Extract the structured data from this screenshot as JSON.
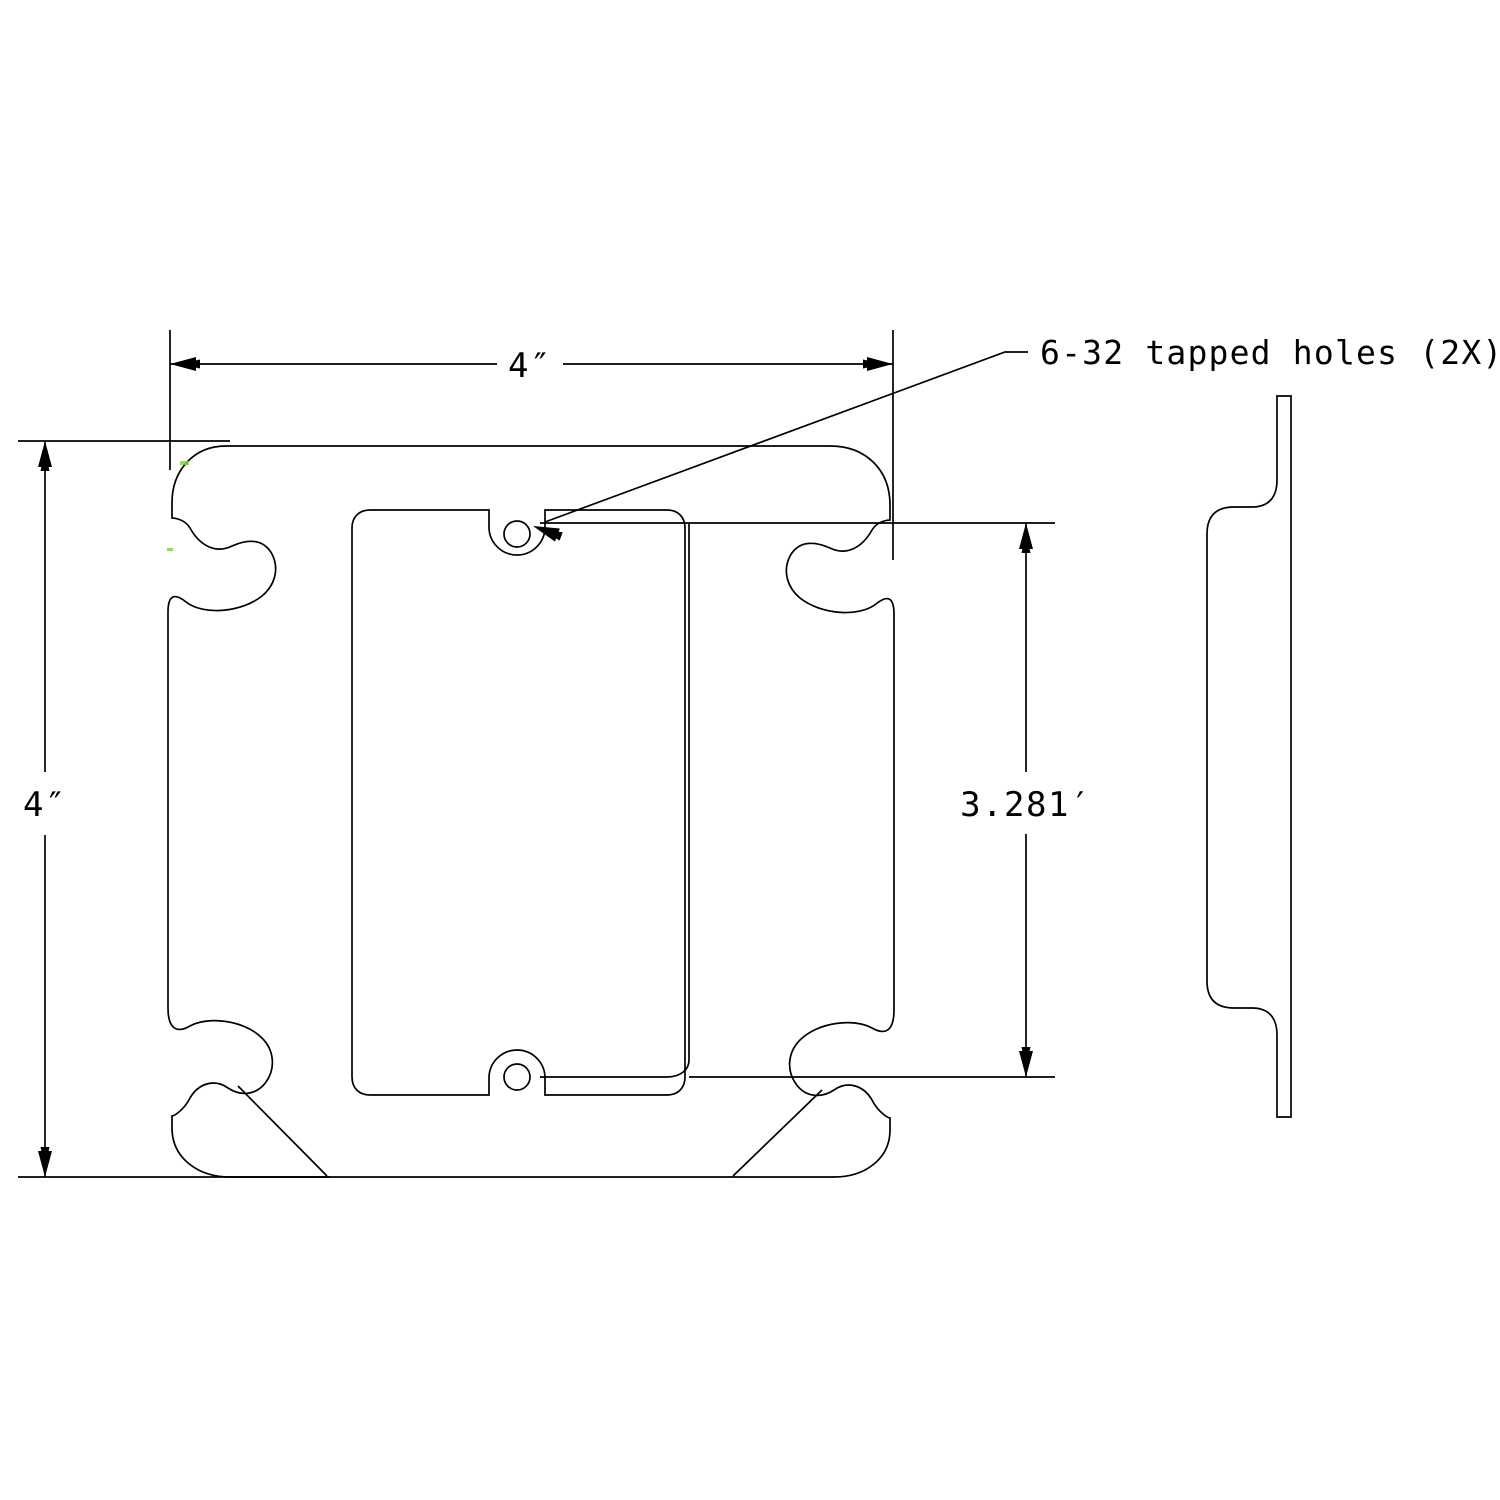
{
  "drawing": {
    "title": "Square electrical box mud ring / plaster ring",
    "background_color": "#ffffff",
    "line_color": "#000000",
    "views": [
      {
        "name": "front-view",
        "label": ""
      },
      {
        "name": "side-view",
        "label": ""
      }
    ]
  },
  "dimensions": {
    "width": {
      "label": "4″",
      "value": "4",
      "unit": "inch",
      "orientation": "horizontal",
      "position": "top"
    },
    "height": {
      "label": "4″",
      "value": "4",
      "unit": "inch",
      "orientation": "vertical",
      "position": "left"
    },
    "opening_height": {
      "label": "3.281′",
      "value": "3.281",
      "unit": "inch",
      "orientation": "vertical",
      "position": "right"
    }
  },
  "annotations": {
    "tapped_holes": {
      "label": "6-32 tapped holes (2X)",
      "thread": "6-32",
      "quantity": "2X",
      "leader": "true"
    }
  }
}
